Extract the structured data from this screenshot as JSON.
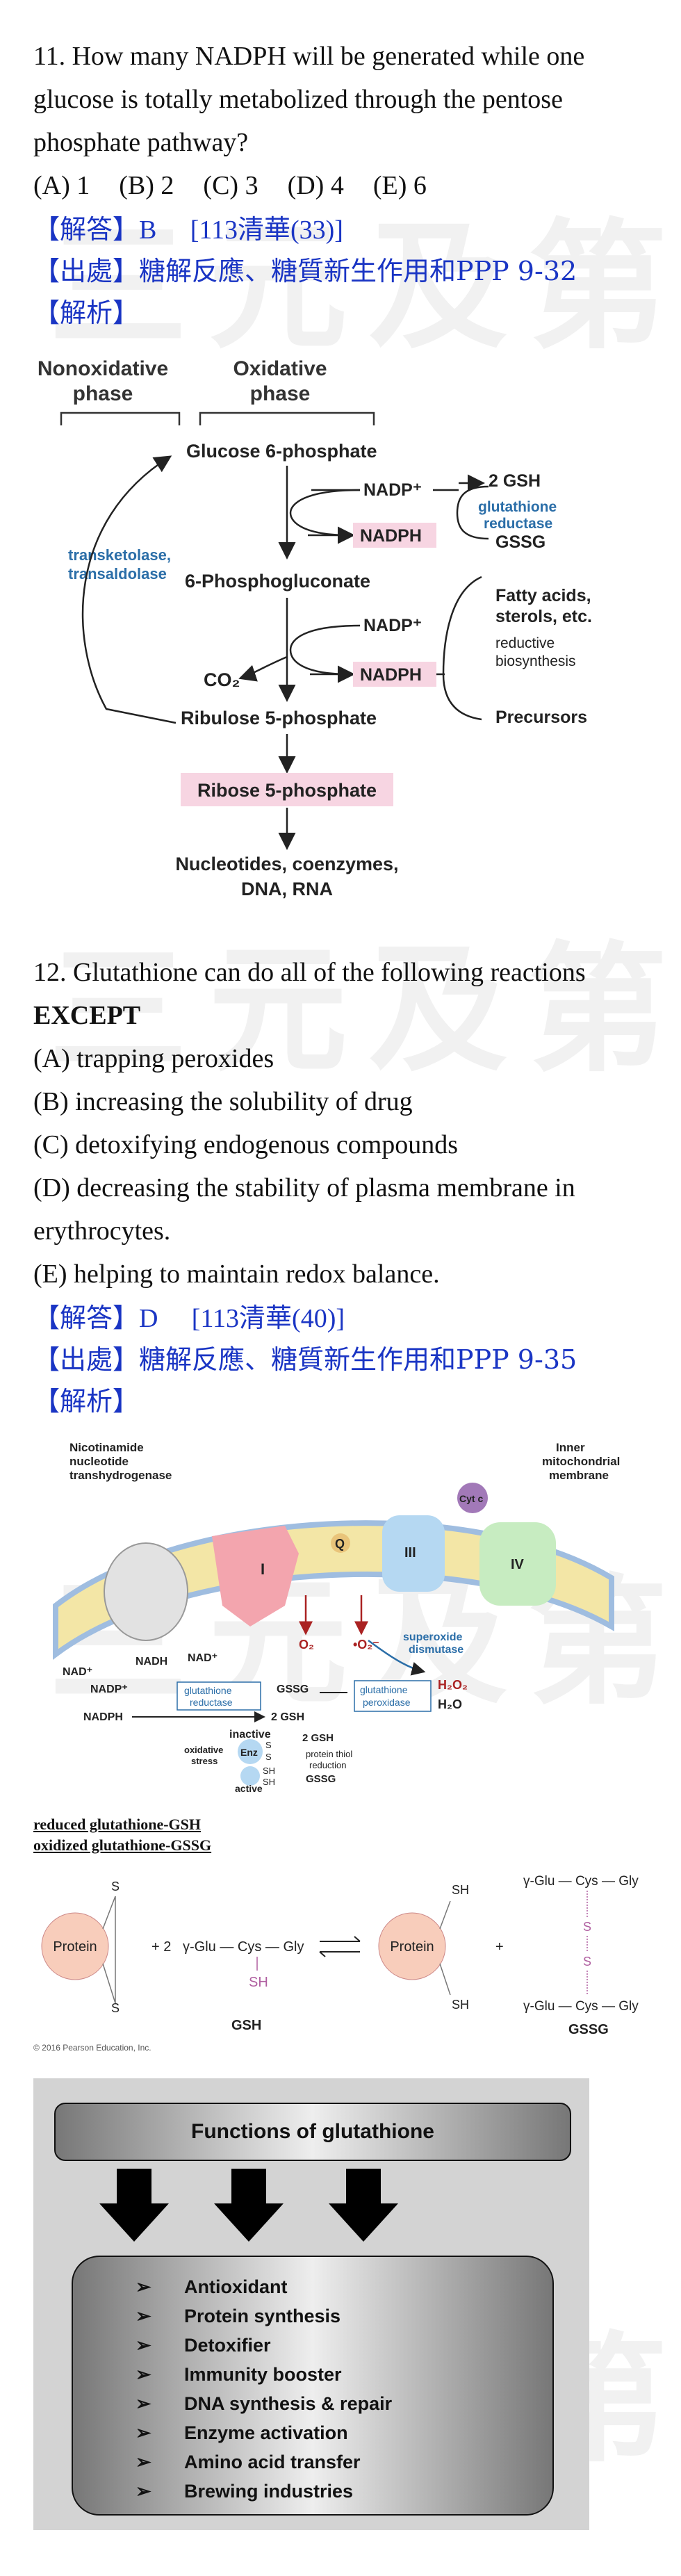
{
  "watermark": "三元及第",
  "q11": {
    "text": "11. How many NADPH will be generated while one glucose is totally metabolized through the pentose phosphate pathway?",
    "options": [
      "(A) 1",
      "(B) 2",
      "(C) 3",
      "(D) 4",
      "(E) 6"
    ],
    "answer_label": "【解答】",
    "answer": "B",
    "answer_ref": "[113清華(33)]",
    "source_label": "【出處】",
    "source": "糖解反應、糖質新生作用和PPP 9-32",
    "analysis_label": "【解析】"
  },
  "fig1": {
    "nonox1": "Nonoxidative",
    "nonox2": "phase",
    "ox1": "Oxidative",
    "ox2": "phase",
    "g6p": "Glucose 6-phosphate",
    "nadp_plus_1": "NADP⁺",
    "nadph_1": "NADPH",
    "gsh2": "2 GSH",
    "gr1": "glutathione",
    "gr2": "reductase",
    "gssg": "GSSG",
    "pg": "6-Phosphogluconate",
    "trans1": "transketolase,",
    "trans2": "transaldolase",
    "nadp_plus_2": "NADP⁺",
    "nadph_2": "NADPH",
    "co2": "CO₂",
    "fa1": "Fatty acids,",
    "fa2": "sterols, etc.",
    "rb1": "reductive",
    "rb2": "biosynthesis",
    "precursors": "Precursors",
    "ru5p": "Ribulose 5-phosphate",
    "r5p": "Ribose 5-phosphate",
    "nuc1": "Nucleotides, coenzymes,",
    "nuc2": "DNA, RNA"
  },
  "q12": {
    "text": "12. Glutathione can do all of the following reactions",
    "except": "EXCEPT",
    "options": [
      "(A) trapping peroxides",
      "(B) increasing the solubility of drug",
      "(C) detoxifying endogenous compounds",
      "(D) decreasing the stability of plasma membrane in",
      "erythrocytes.",
      "(E) helping to maintain redox balance."
    ],
    "answer_label": "【解答】",
    "answer": "D",
    "answer_ref": "[113清華(40)]",
    "source_label": "【出處】",
    "source": "糖解反應、糖質新生作用和PPP 9-35",
    "analysis_label": "【解析】"
  },
  "fig2": {
    "nnt1": "Nicotinamide",
    "nnt2": "nucleotide",
    "nnt3": "transhydrogenase",
    "imm1": "Inner",
    "imm2": "mitochondrial",
    "imm3": "membrane",
    "c1": "I",
    "cq": "Q",
    "c3": "III",
    "c4": "IV",
    "cytc": "Cyt c",
    "o2": "O₂",
    "o2r": "•O₂⁻",
    "sod1": "superoxide",
    "sod2": "dismutase",
    "nad_plus": "NAD⁺",
    "nadh": "NADH",
    "nad_plus2": "NAD⁺",
    "nadp_plus": "NADP⁺",
    "nadph": "NADPH",
    "gr1": "glutathione",
    "gr2": "reductase",
    "gssg": "GSSG",
    "gsh2": "2 GSH",
    "h2o2": "H₂O₂",
    "h2o": "H₂O",
    "gp1": "glutathione",
    "gp2": "peroxidase",
    "inactive": "inactive",
    "enz": "Enz",
    "s": "S",
    "sh": "SH",
    "ox1": "oxidative",
    "ox2": "stress",
    "gsh2b": "2 GSH",
    "ptr1": "protein thiol",
    "ptr2": "reduction",
    "gssg2": "GSSG",
    "active": "active"
  },
  "labels": {
    "reduced": "reduced glutathione-GSH",
    "oxidized": "oxidized glutathione-GSSG"
  },
  "fig3": {
    "protein": "Protein",
    "s": "S",
    "sh": "SH",
    "plus2": "+ 2",
    "gsh_chain": "γ-Glu — Cys — Gly",
    "gsh": "GSH",
    "plus": "+",
    "gssg": "GSSG",
    "copyright": "© 2016 Pearson Education, Inc."
  },
  "fig4": {
    "title": "Functions of glutathione",
    "items": [
      "Antioxidant",
      "Protein synthesis",
      "Detoxifier",
      "Immunity booster",
      "DNA synthesis & repair",
      "Enzyme activation",
      "Amino acid transfer",
      "Brewing industries"
    ],
    "bullet": "➢"
  }
}
